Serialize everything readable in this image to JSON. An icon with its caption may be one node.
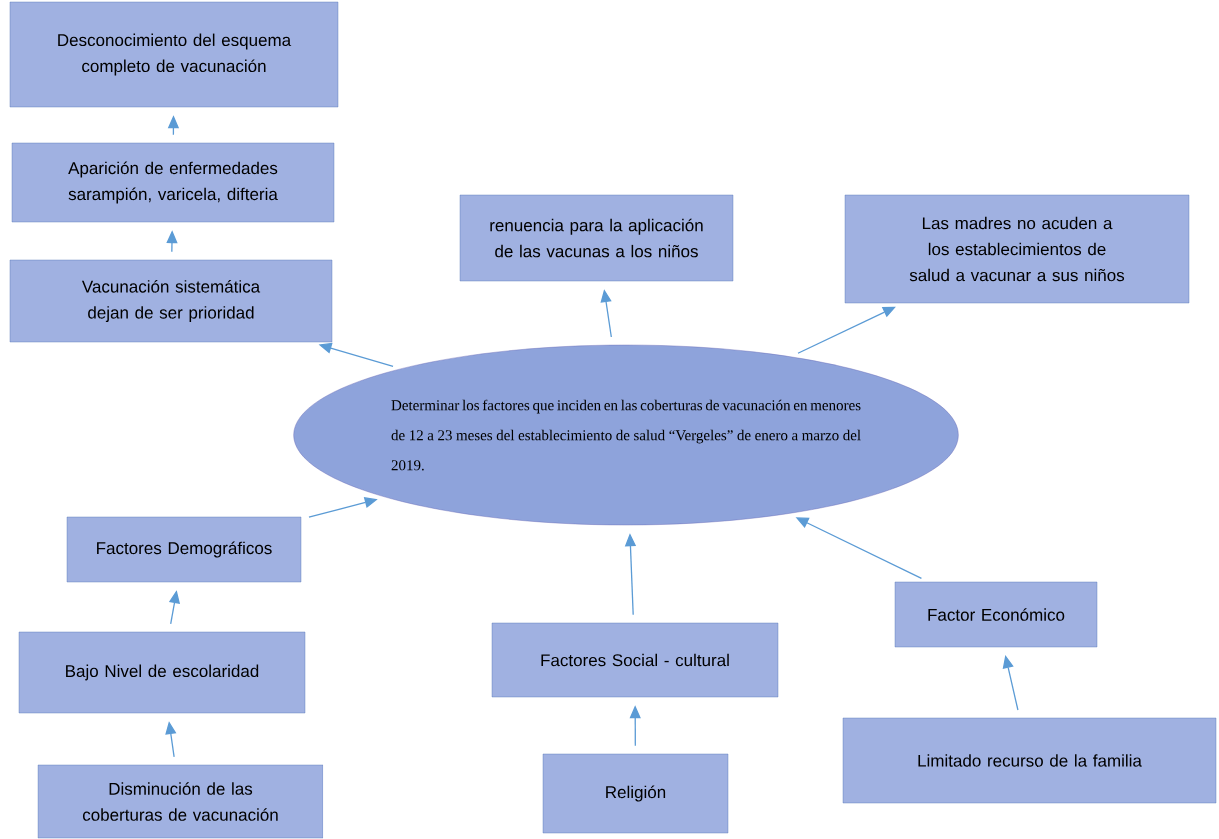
{
  "diagram": {
    "nodes": [
      {
        "text": [
          "Desconocimiento del esquema completo de vacunación"
        ]
      },
      {
        "text": [
          "Aparición de enfermedades sarampión, varicela, difteria"
        ]
      },
      {
        "text": [
          "Vacunación sistemática dejan de ser prioridad"
        ]
      },
      {
        "text": [
          "renuencia para la aplicación de las vacunas a los niños"
        ]
      },
      {
        "text": [
          "Las madres no acuden a los establecimientos de salud a vacunar a sus niños"
        ]
      },
      {
        "text": [
          "Determinar los factores que inciden en las coberturas de vacunación en menores de 12 a 23 meses del establecimiento de salud “Vergeles” de enero a marzo del 2019."
        ]
      },
      {
        "text": [
          "Factores Demográficos"
        ]
      },
      {
        "text": [
          "Bajo Nivel de escolaridad"
        ]
      },
      {
        "text": [
          "Disminución de las coberturas de vacunación"
        ]
      },
      {
        "text": [
          "Factores Social - cultural"
        ]
      },
      {
        "text": [
          "Religión"
        ]
      },
      {
        "text": [
          "Factor Económico"
        ]
      },
      {
        "text": [
          "Limitado recurso de la familia"
        ]
      }
    ],
    "edges": [
      {
        "from": 1,
        "to": 0,
        "arrow": "to"
      },
      {
        "from": 2,
        "to": 1,
        "arrow": "to"
      },
      {
        "from": 5,
        "to": 2,
        "arrow": "to"
      },
      {
        "from": 5,
        "to": 3,
        "arrow": "to"
      },
      {
        "from": 5,
        "to": 4,
        "arrow": "to"
      },
      {
        "from": 6,
        "to": 5,
        "arrow": "to"
      },
      {
        "from": 7,
        "to": 6,
        "arrow": "to"
      },
      {
        "from": 8,
        "to": 7,
        "arrow": "to"
      },
      {
        "from": 9,
        "to": 5,
        "arrow": "to"
      },
      {
        "from": 10,
        "to": 9,
        "arrow": "to"
      },
      {
        "from": 11,
        "to": 5,
        "arrow": "to"
      },
      {
        "from": 12,
        "to": 11,
        "arrow": "to"
      }
    ]
  }
}
